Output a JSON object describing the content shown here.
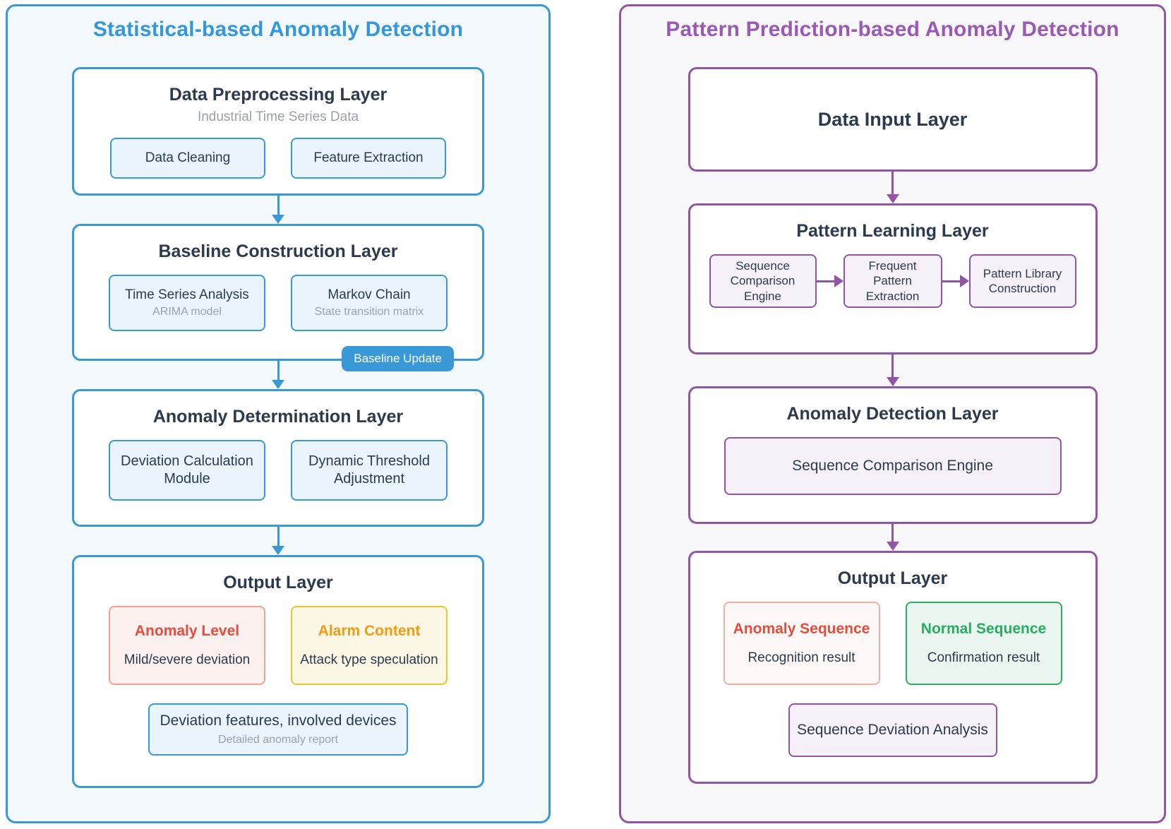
{
  "colors": {
    "accent_blue": "#3899D6",
    "title_blue": "#3398DB",
    "accent_purple": "#9155A3",
    "title_purple": "#9B59B6",
    "navy_text": "#2B3A4D",
    "gray_text": "#9AA2AA",
    "red": "#E74C3C",
    "orange": "#F39C12",
    "green": "#27AE60"
  },
  "left_panel": {
    "title": "Statistical-based Anomaly Detection",
    "preprocessing": {
      "title": "Data Preprocessing Layer",
      "subtitle": "Industrial Time Series Data",
      "items": [
        "Data Cleaning",
        "Feature Extraction"
      ]
    },
    "baseline": {
      "title": "Baseline Construction Layer",
      "items": [
        {
          "title": "Time Series Analysis",
          "subtitle": "ARIMA model"
        },
        {
          "title": "Markov Chain",
          "subtitle": "State transition matrix"
        }
      ],
      "badge": "Baseline Update"
    },
    "determination": {
      "title": "Anomaly Determination Layer",
      "items": [
        "Deviation Calculation Module",
        "Dynamic Threshold Adjustment"
      ]
    },
    "output": {
      "title": "Output Layer",
      "anomaly_level": {
        "title": "Anomaly Level",
        "subtitle": "Mild/severe deviation"
      },
      "alarm_content": {
        "title": "Alarm Content",
        "subtitle": "Attack type speculation"
      },
      "report": {
        "title": "Deviation features, involved devices",
        "subtitle": "Detailed anomaly report"
      }
    }
  },
  "right_panel": {
    "title": "Pattern Prediction-based Anomaly Detection",
    "input": {
      "title": "Data Input Layer"
    },
    "learning": {
      "title": "Pattern Learning Layer",
      "steps": [
        "Sequence Comparison Engine",
        "Frequent Pattern Extraction",
        "Pattern Library Construction"
      ]
    },
    "detection": {
      "title": "Anomaly Detection Layer",
      "engine": "Sequence Comparison Engine"
    },
    "output": {
      "title": "Output Layer",
      "anomaly_sequence": {
        "title": "Anomaly Sequence",
        "subtitle": "Recognition result"
      },
      "normal_sequence": {
        "title": "Normal Sequence",
        "subtitle": "Confirmation result"
      },
      "deviation_analysis": "Sequence Deviation Analysis"
    }
  }
}
